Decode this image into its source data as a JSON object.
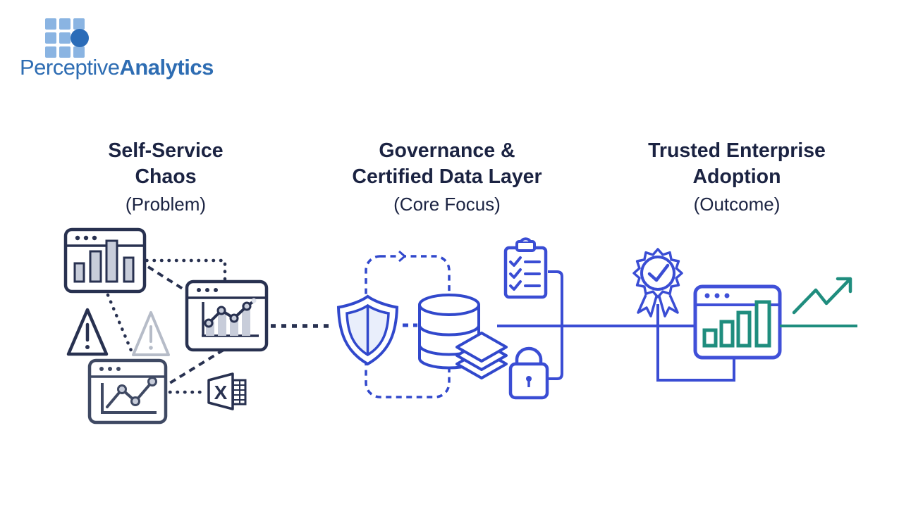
{
  "logo": {
    "brand_regular": "Perceptive",
    "brand_bold": "Analytics"
  },
  "columns": [
    {
      "title_line1": "Self-Service",
      "title_line2": "Chaos",
      "subtitle": "(Problem)"
    },
    {
      "title_line1": "Governance &",
      "title_line2": "Certified Data Layer",
      "subtitle": "(Core Focus)"
    },
    {
      "title_line1": "Trusted Enterprise",
      "title_line2": "Adoption",
      "subtitle": "(Outcome)"
    }
  ],
  "excel": {
    "letter": "X"
  },
  "icons": [
    "browser-bar-chart-icon",
    "warning-triangle-icon",
    "warning-triangle-light-icon",
    "browser-combo-chart-icon",
    "browser-line-chart-icon",
    "excel-file-icon",
    "shield-icon",
    "database-icon",
    "layers-icon",
    "clipboard-checklist-icon",
    "lock-icon",
    "award-badge-icon",
    "browser-dashboard-icon",
    "growth-arrow-icon"
  ],
  "colors": {
    "navy": "#283150",
    "gray": "#b6bcc8",
    "bar_fill": "#c8cdda",
    "blue": "#3148cc",
    "indigo": "#3a4dd4",
    "teal": "#1f8d7e",
    "heading": "#1b2342",
    "logo_blue": "#2e6db3",
    "logo_square": "#8ab4e2",
    "logo_circle": "#2b6cb8"
  }
}
